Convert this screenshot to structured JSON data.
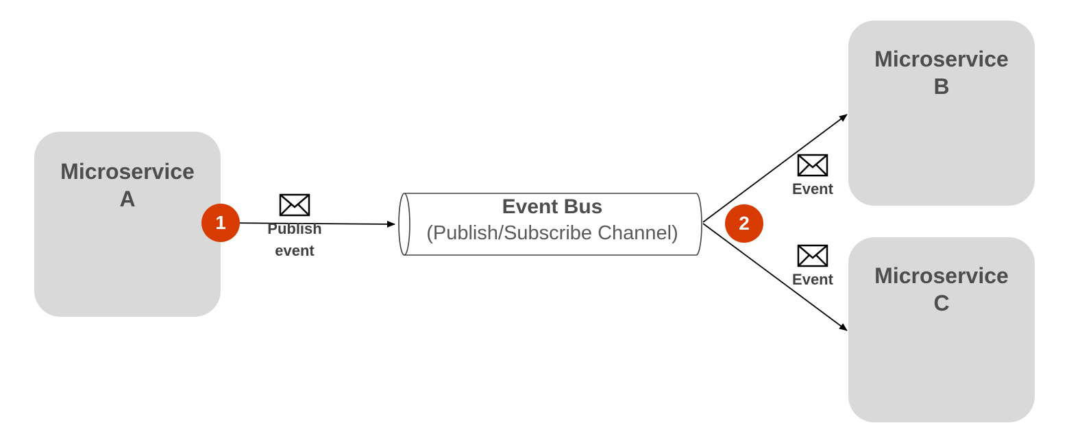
{
  "services": {
    "a": {
      "name": "Microservice",
      "letter": "A"
    },
    "b": {
      "name": "Microservice",
      "letter": "B"
    },
    "c": {
      "name": "Microservice",
      "letter": "C"
    }
  },
  "event_bus": {
    "title": "Event Bus",
    "subtitle": "(Publish/Subscribe Channel)"
  },
  "steps": {
    "one": "1",
    "two": "2"
  },
  "messages": {
    "publish": {
      "line1": "Publish",
      "line2": "event",
      "icon": "envelope-icon"
    },
    "to_b": {
      "label": "Event",
      "icon": "envelope-icon"
    },
    "to_c": {
      "label": "Event",
      "icon": "envelope-icon"
    }
  },
  "colors": {
    "service_fill": "#d9d9d9",
    "badge": "#d83b01",
    "text": "#4d4d4d",
    "line": "#000000"
  }
}
